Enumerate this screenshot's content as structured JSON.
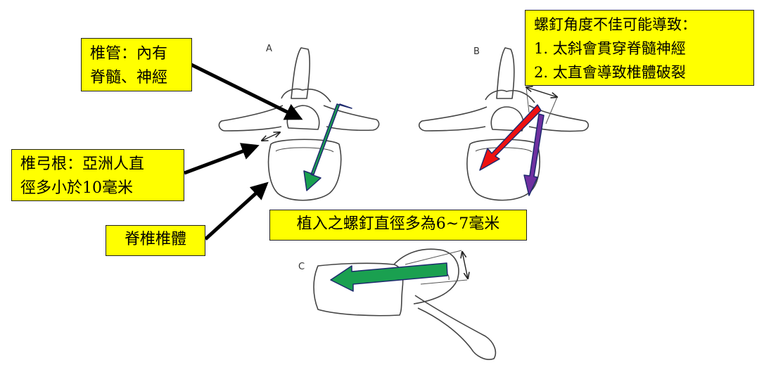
{
  "figure_labels": {
    "a": "A",
    "b": "B",
    "c": "C"
  },
  "callouts": {
    "spinal_canal": {
      "lines": [
        "椎管：內有",
        "脊髓、神經"
      ]
    },
    "pedicle": {
      "lines": [
        "椎弓根：亞洲人直",
        "徑多小於10毫米"
      ]
    },
    "vertebral_body": {
      "text": "脊椎椎體"
    },
    "screw_diameter": {
      "text": "植入之螺釘直徑多為6~7毫米"
    },
    "bad_angle": {
      "lines": [
        "螺釘角度不佳可能導致：",
        "1.  太斜會貫穿脊髓神經",
        "2.  太直會導致椎體破裂"
      ]
    }
  },
  "colors": {
    "callout_bg": "#ffff00",
    "pointer": "#000000",
    "correct_screw": "#1aa050",
    "oblique_screw": "#ee1111",
    "straight_screw": "#7030a0",
    "bone_line": "#444444"
  },
  "icons": [
    "vertebra-top-view",
    "vertebra-side-view",
    "pointer-arrow",
    "screw-arrow",
    "dimension-arrow"
  ]
}
